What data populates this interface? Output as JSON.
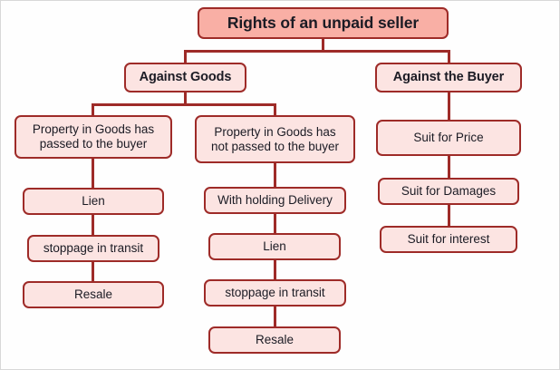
{
  "diagram": {
    "title": "Rights of an unpaid seller",
    "theme": {
      "root_fill": "#f9afa5",
      "node_fill": "#fce4e2",
      "border": "#9e2b28",
      "text": "#1b1b24",
      "background": "#fefefe"
    },
    "branches": [
      {
        "label": "Against Goods",
        "columns": [
          {
            "head": "Property in Goods has passed to the buyer",
            "head_line1": "Property in Goods has",
            "head_line2": "passed to the buyer",
            "steps": [
              "Lien",
              "stoppage in transit",
              "Resale"
            ]
          },
          {
            "head": "Property in Goods has not passed to the buyer",
            "head_line1": "Property in Goods has",
            "head_line2": "not passed to the buyer",
            "steps": [
              "With holding Delivery",
              "Lien",
              "stoppage in transit",
              "Resale"
            ]
          }
        ]
      },
      {
        "label": "Against the Buyer",
        "columns": [
          {
            "head": null,
            "steps": [
              "Suit for Price",
              "Suit for Damages",
              "Suit for interest"
            ]
          }
        ]
      }
    ]
  }
}
